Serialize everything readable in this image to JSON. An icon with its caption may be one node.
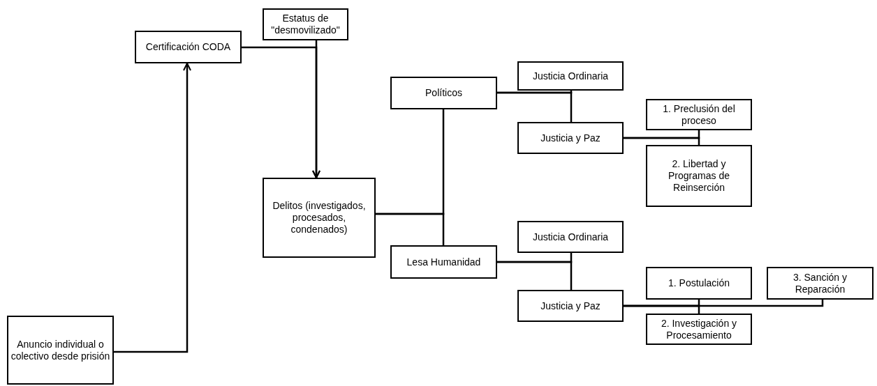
{
  "diagram": {
    "nodes": [
      {
        "text": [
          "Anuncio individual o colectivo desde prisión"
        ]
      },
      {
        "text": [
          "Certificación CODA"
        ]
      },
      {
        "text": [
          "Estatus de \"desmovilizado\""
        ]
      },
      {
        "text": [
          "Delitos (investigados, procesados, condenados)"
        ]
      },
      {
        "text": [
          "Políticos"
        ]
      },
      {
        "text": [
          "Lesa Humanidad"
        ]
      },
      {
        "text": [
          "Justicia Ordinaria"
        ]
      },
      {
        "text": [
          "Justicia y Paz"
        ]
      },
      {
        "text": [
          "1. Preclusión del proceso"
        ]
      },
      {
        "text": [
          "2. Libertad y Programas de Reinserción"
        ]
      },
      {
        "text": [
          "Justicia Ordinaria"
        ]
      },
      {
        "text": [
          "Justicia y Paz"
        ]
      },
      {
        "text": [
          "1. Postulación"
        ]
      },
      {
        "text": [
          "3. Sanción y Reparación"
        ]
      },
      {
        "text": [
          "2. Investigación y Procesamiento"
        ]
      }
    ],
    "edges": [
      {
        "from": 0,
        "to": 1,
        "arrow": "to"
      },
      {
        "from": 1,
        "to": 3,
        "arrow": "to"
      },
      {
        "from": 2,
        "to": 3,
        "arrow": "to"
      },
      {
        "from": 3,
        "to": 4,
        "arrow": "none"
      },
      {
        "from": 3,
        "to": 5,
        "arrow": "none"
      },
      {
        "from": 4,
        "to": 6,
        "arrow": "none"
      },
      {
        "from": 4,
        "to": 7,
        "arrow": "none"
      },
      {
        "from": 7,
        "to": 8,
        "arrow": "none"
      },
      {
        "from": 7,
        "to": 9,
        "arrow": "none"
      },
      {
        "from": 5,
        "to": 10,
        "arrow": "none"
      },
      {
        "from": 5,
        "to": 11,
        "arrow": "none"
      },
      {
        "from": 11,
        "to": 12,
        "arrow": "none"
      },
      {
        "from": 11,
        "to": 14,
        "arrow": "none"
      },
      {
        "from": 11,
        "to": 13,
        "arrow": "none"
      }
    ]
  }
}
